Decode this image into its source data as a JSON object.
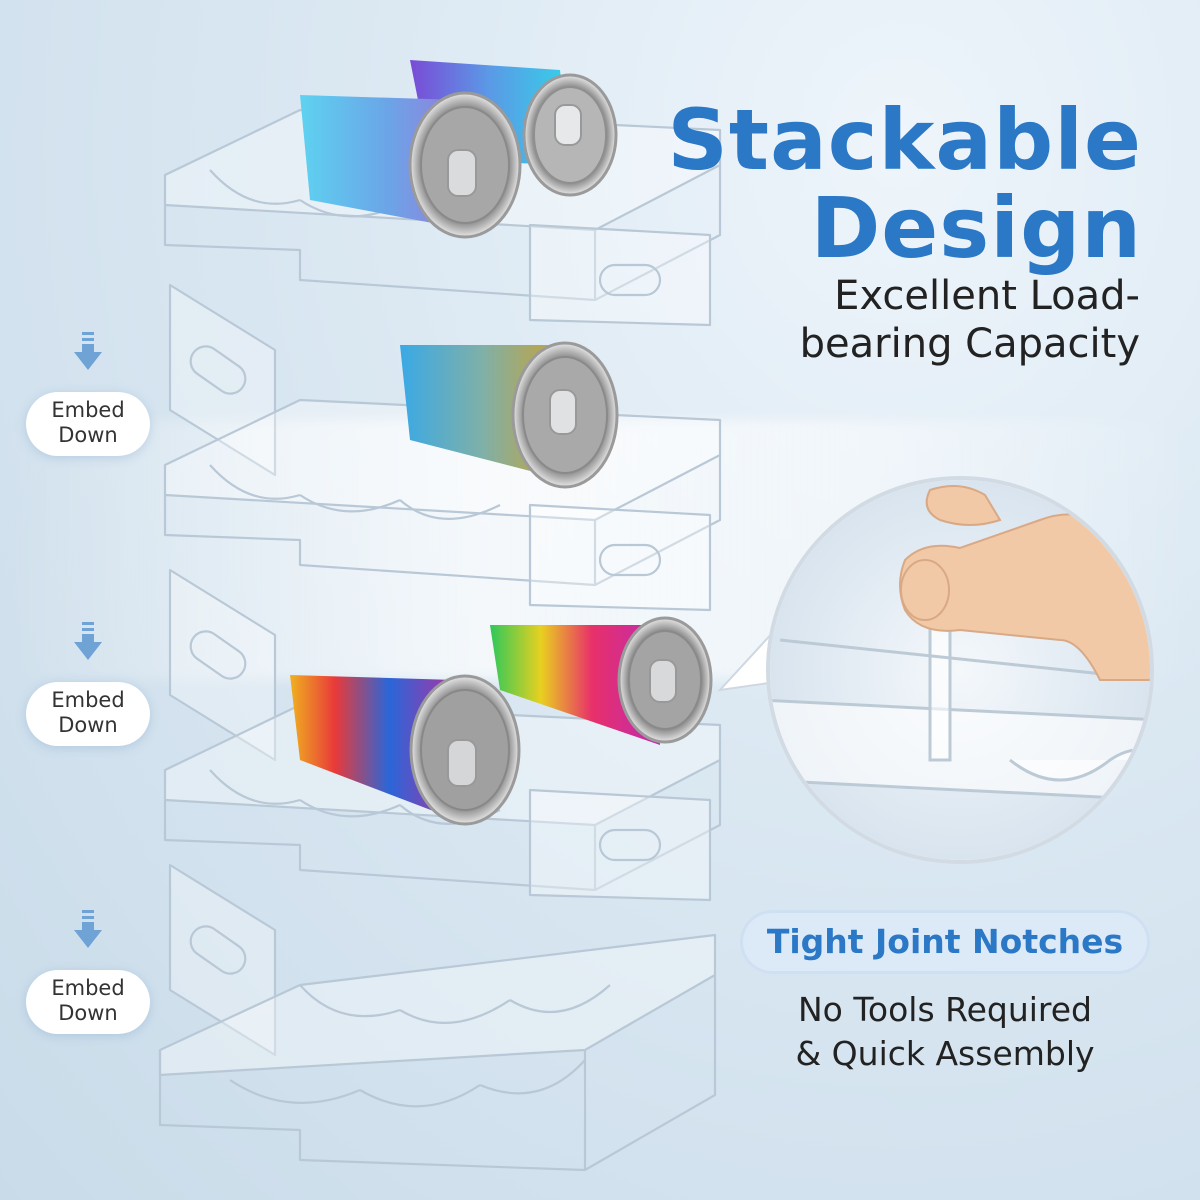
{
  "headline": {
    "line1": "Stackable",
    "line2": "Design"
  },
  "subhead": {
    "line1": "Excellent Load-",
    "line2": "bearing Capacity"
  },
  "feature_pill": {
    "label": "Tight Joint Notches"
  },
  "footnote": {
    "line1": "No Tools Required",
    "line2": "& Quick Assembly"
  },
  "embed_steps": [
    {
      "line1": "Embed",
      "line2": "Down"
    },
    {
      "line1": "Embed",
      "line2": "Down"
    },
    {
      "line1": "Embed",
      "line2": "Down"
    }
  ],
  "colors": {
    "accent_blue": "#2a78c6",
    "arrow_blue": "#6fa3d6",
    "pill_bg": "#dce9f7"
  },
  "icons": [
    "down-arrow-icon",
    "tumbler-cup",
    "hand-photo"
  ]
}
